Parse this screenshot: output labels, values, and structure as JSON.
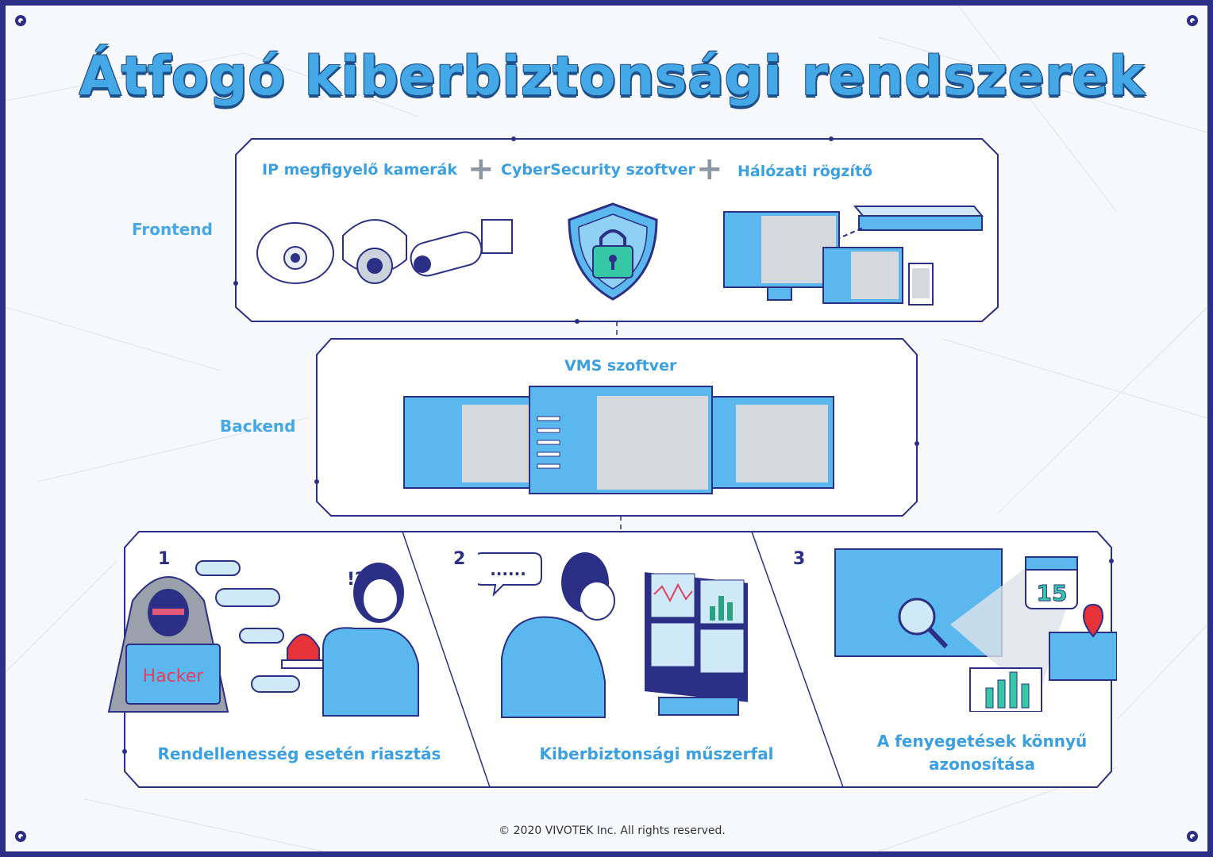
{
  "title": "Átfogó kiberbiztonsági rendszerek",
  "frontend": {
    "label": "Frontend",
    "items": [
      {
        "label": "IP megfigyelő kamerák"
      },
      {
        "label": "CyberSecurity szoftver"
      },
      {
        "label": "Hálózati rögzítő"
      }
    ]
  },
  "backend": {
    "label": "Backend",
    "title": "VMS szoftver"
  },
  "features": [
    {
      "number": "1",
      "caption": "Rendellenesség esetén riasztás",
      "laptop_text": "Hacker"
    },
    {
      "number": "2",
      "caption": "Kiberbiztonsági műszerfal"
    },
    {
      "number": "3",
      "caption_line1": "A fenyegetések könnyű",
      "caption_line2": "azonosítása",
      "calendar_day": "15"
    }
  ],
  "footer": "© 2020 VIVOTEK Inc. All rights reserved.",
  "colors": {
    "accent": "#45a8e6",
    "dark": "#2b2f86",
    "panel": "#5bb8ee"
  }
}
